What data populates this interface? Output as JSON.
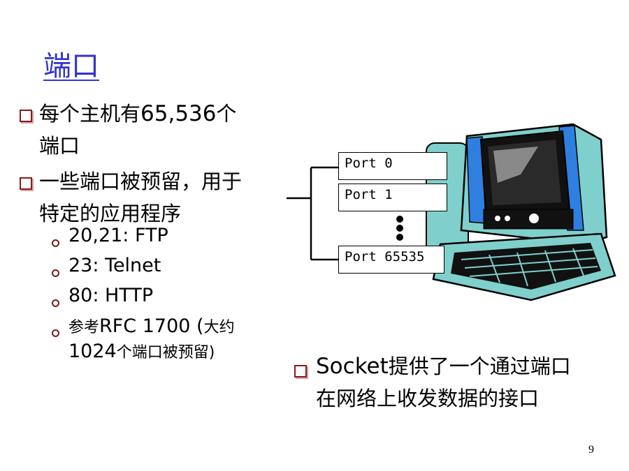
{
  "title": "端口",
  "bullets": [
    {
      "text_a": "每个主机有",
      "text_b": "65,536",
      "text_c": "个",
      "line2": "端口"
    },
    {
      "line1": "一些端口被预留，用于",
      "line2": "特定的应用程序"
    }
  ],
  "sub_items": [
    "20,21: FTP",
    "23: Telnet",
    "80: HTTP"
  ],
  "rfc": {
    "a": "参考",
    "b": "RFC 1700 (",
    "c": "大约",
    "d": "1024",
    "e": "个端口被预留)"
  },
  "ports": [
    "Port 0",
    "Port 1",
    "Port 65535"
  ],
  "socket": {
    "a": "Socket",
    "b": "提供了一个通过端口",
    "line2": "在网络上收发数据的接口"
  },
  "page_number": "9",
  "colors": {
    "title": "#3333cc",
    "bullet": "#8a1a1a",
    "monitor_teal": "#7fd0cc",
    "monitor_blue": "#2f7fe0"
  }
}
